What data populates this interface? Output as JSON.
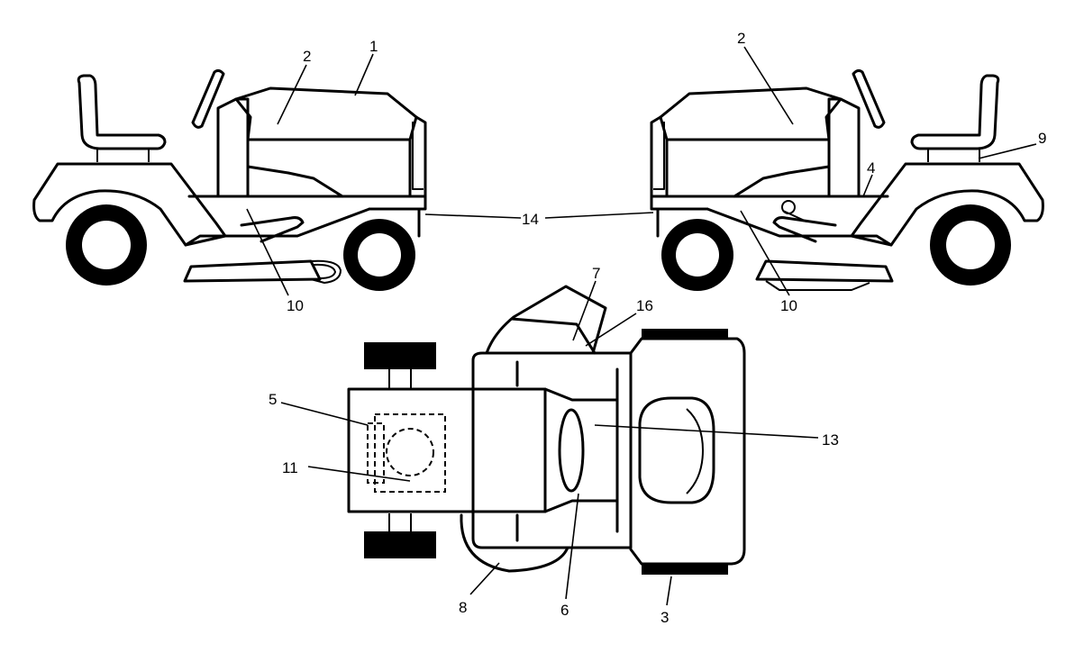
{
  "callouts": [
    {
      "id": "c1",
      "text": "1"
    },
    {
      "id": "c2a",
      "text": "2"
    },
    {
      "id": "c2b",
      "text": "2"
    },
    {
      "id": "c3",
      "text": "3"
    },
    {
      "id": "c4",
      "text": "4"
    },
    {
      "id": "c5",
      "text": "5"
    },
    {
      "id": "c6",
      "text": "6"
    },
    {
      "id": "c7",
      "text": "7"
    },
    {
      "id": "c8",
      "text": "8"
    },
    {
      "id": "c9",
      "text": "9"
    },
    {
      "id": "c10a",
      "text": "10"
    },
    {
      "id": "c10b",
      "text": "10"
    },
    {
      "id": "c11",
      "text": "11"
    },
    {
      "id": "c13",
      "text": "13"
    },
    {
      "id": "c14",
      "text": "14"
    },
    {
      "id": "c16",
      "text": "16"
    }
  ]
}
